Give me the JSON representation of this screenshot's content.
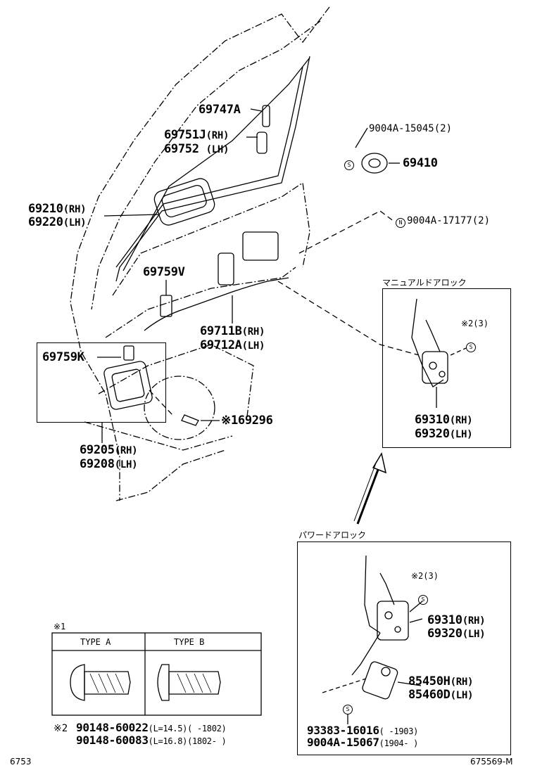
{
  "diagram": {
    "parts": {
      "p69747": "69747A",
      "p69751": "69751J",
      "p69751_side": "(RH)",
      "p69752": "69752",
      "p69752_side": "(LH)",
      "p9004a_15045": "9004A-15045(2)",
      "p69410": "69410",
      "p69210": "69210",
      "p69210_side": "(RH)",
      "p69220": "69220",
      "p69220_side": "(LH)",
      "p9004a_17177": "9004A-17177(2)",
      "p69759v": "69759V",
      "p69711b": "69711B",
      "p69711b_side": "(RH)",
      "p69712a": "69712A",
      "p69712a_side": "(LH)",
      "p69759k": "69759K",
      "p69296": "※169296",
      "p69205": "69205",
      "p69205_side": "(RH)",
      "p69208": "69208",
      "p69208_side": "(LH)",
      "manual_lock_title": "マニュアルドアロック",
      "manual_note": "※2(3)",
      "manual_69310": "69310",
      "manual_69310_side": "(RH)",
      "manual_69320": "69320",
      "manual_69320_side": "(LH)",
      "power_lock_title": "パワードアロック",
      "power_note": "※2(3)",
      "power_69310": "69310",
      "power_69310_side": "(RH)",
      "power_69320": "69320",
      "power_69320_side": "(LH)",
      "p85450h": "85450H",
      "p85450h_side": "(RH)",
      "p85460d": "85460D",
      "p85460d_side": "(LH)",
      "p93383": "93383-16016",
      "p93383_range": "(      -1903)",
      "p9004a_15067": "9004A-15067",
      "p9004a_15067_range": "(1904-      )"
    },
    "note1": {
      "marker": "※1",
      "type_a": "TYPE A",
      "type_b": "TYPE B"
    },
    "note2": {
      "marker": "※2",
      "line1_part": "90148-60022",
      "line1_spec": "(L=14.5)(      -1802)",
      "line2_part": "90148-60083",
      "line2_spec": "(L=16.8)(1802-      )"
    },
    "footer": {
      "left_code": "6753",
      "right_code": "675569-M"
    },
    "symbols": {
      "s": "S",
      "n": "N"
    }
  }
}
